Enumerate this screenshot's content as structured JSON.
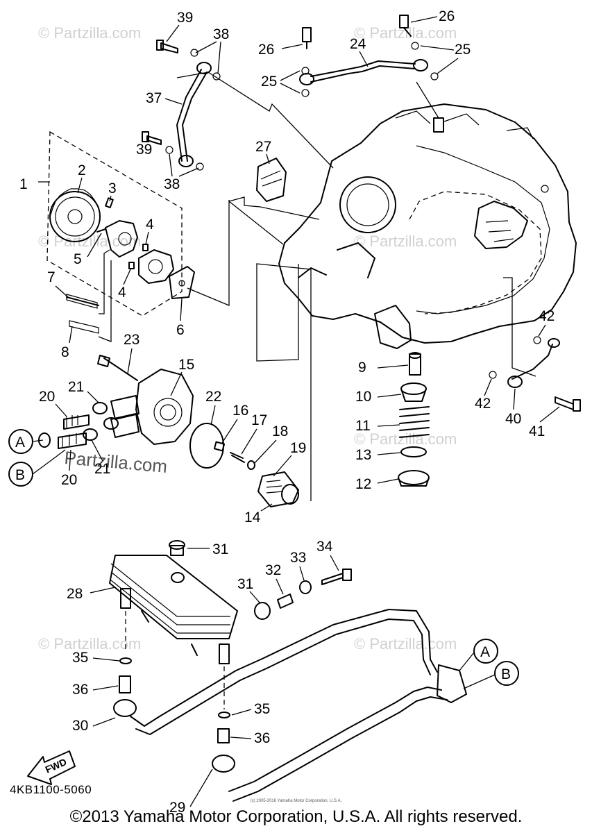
{
  "diagram": {
    "catalog_code": "4KB1100-5060",
    "copyright": "©2013 Yamaha Motor Corporation, U.S.A. All rights reserved.",
    "small_copyright": "(c) 2005-2016 Yamaha Motor Corporation, U.S.A.",
    "watermark": "© Partzilla.com",
    "watermark_big": "Partzilla.com",
    "fwd_label": "FWD",
    "callout_a": "A",
    "callout_b": "B",
    "labels": {
      "l1": "1",
      "l2": "2",
      "l3": "3",
      "l4a": "4",
      "l4b": "4",
      "l5": "5",
      "l6": "6",
      "l7": "7",
      "l8": "8",
      "l9": "9",
      "l10": "10",
      "l11": "11",
      "l12": "12",
      "l13": "13",
      "l14": "14",
      "l15": "15",
      "l16": "16",
      "l17": "17",
      "l18": "18",
      "l19": "19",
      "l20a": "20",
      "l20b": "20",
      "l21a": "21",
      "l21b": "21",
      "l22": "22",
      "l23": "23",
      "l24": "24",
      "l25a": "25",
      "l25b": "25",
      "l26a": "26",
      "l26b": "26",
      "l27": "27",
      "l28": "28",
      "l29": "29",
      "l30": "30",
      "l31a": "31",
      "l31b": "31",
      "l32": "32",
      "l33": "33",
      "l34": "34",
      "l35a": "35",
      "l35b": "35",
      "l36a": "36",
      "l36b": "36",
      "l37": "37",
      "l38a": "38",
      "l38b": "38",
      "l39a": "39",
      "l39b": "39",
      "l40": "40",
      "l41": "41",
      "l42a": "42",
      "l42b": "42"
    }
  }
}
